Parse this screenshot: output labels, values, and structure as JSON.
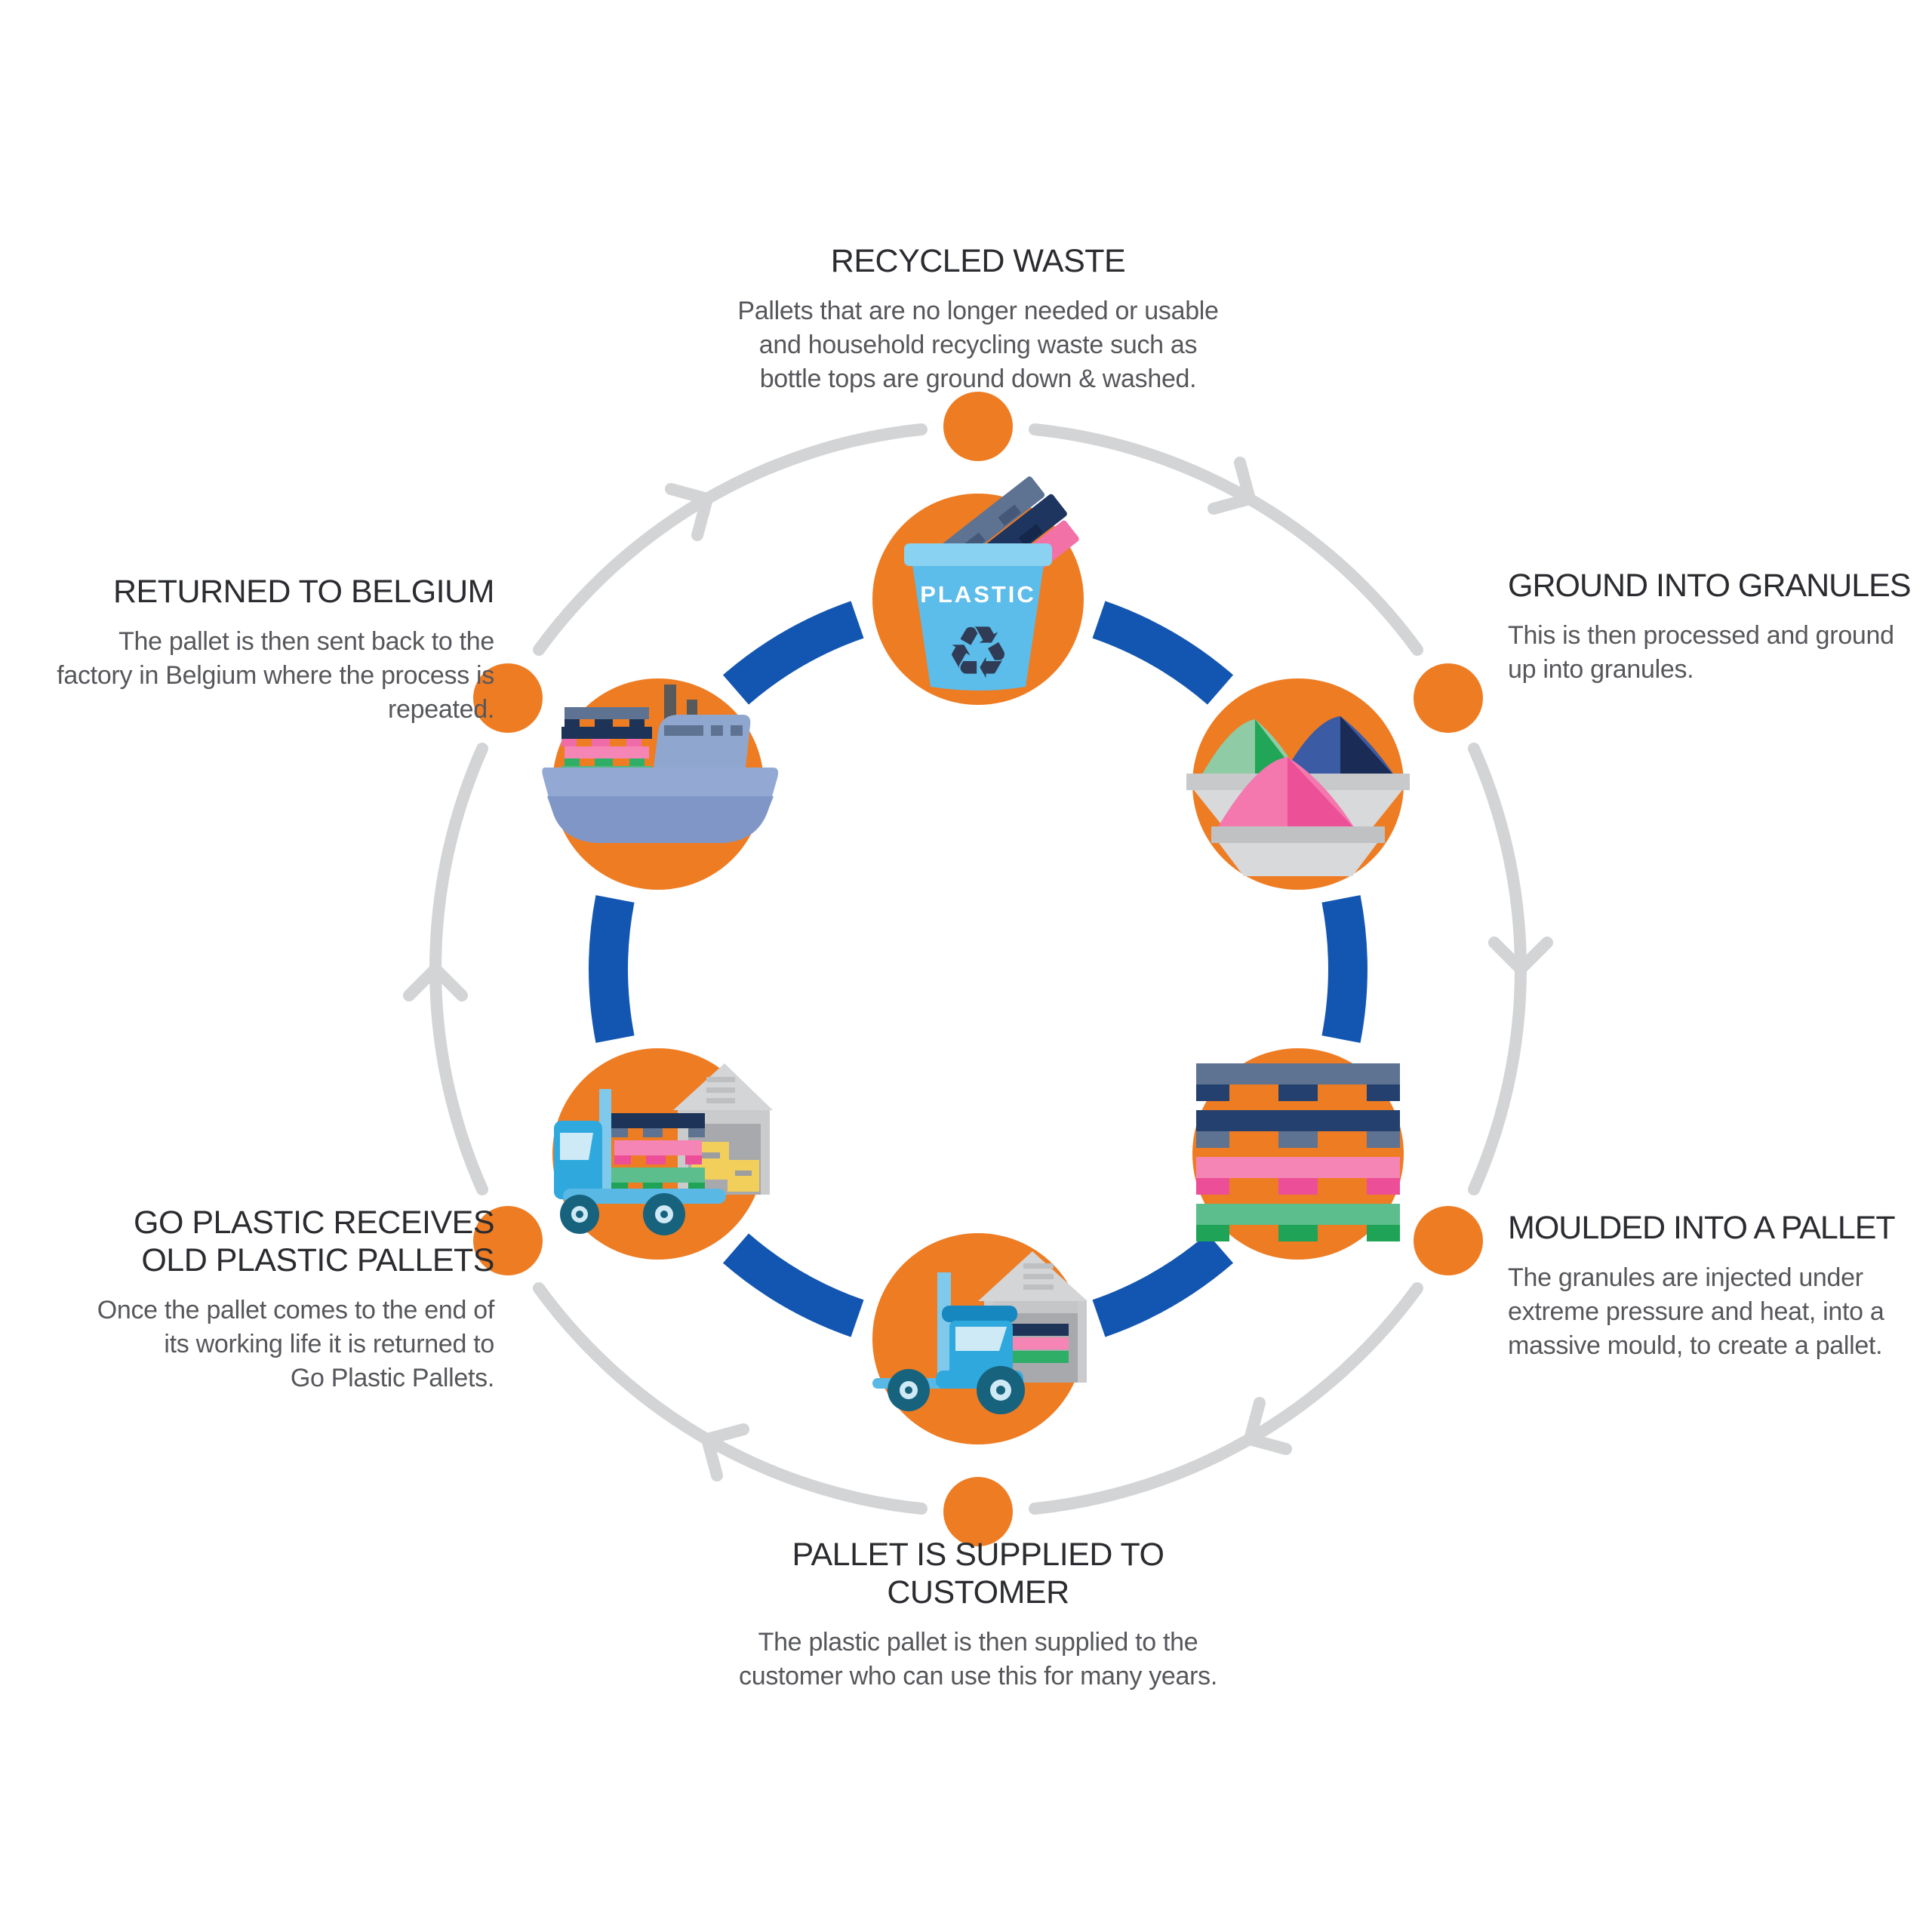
{
  "diagram": {
    "type": "circular-process-infographic",
    "subject": "Plastic pallet recycling cycle",
    "flow_direction": "clockwise",
    "bin_label": "PLASTIC",
    "recycle_symbol": "♻",
    "colors": {
      "accent_orange": "#EE7C23",
      "ring_gray": "#D3D4D6",
      "link_blue": "#1356B1",
      "title_text": "#2B2C30",
      "body_text": "#56575B"
    },
    "steps": [
      {
        "title": "RECYCLED WASTE",
        "icon": "recycling-bin",
        "position": "top",
        "lines": [
          "Pallets that are no longer needed or usable",
          "and household recycling waste such as",
          "bottle tops are ground down & washed."
        ]
      },
      {
        "title": "GROUND INTO GRANULES",
        "icon": "granule-piles",
        "position": "upper-right",
        "lines": [
          "This is then processed and ground",
          "up into granules."
        ]
      },
      {
        "title": "MOULDED INTO A PALLET",
        "icon": "pallet-stack",
        "position": "lower-right",
        "lines": [
          "The granules are injected under",
          "extreme pressure and heat, into a",
          "massive mould, to create a pallet."
        ]
      },
      {
        "title": "PALLET IS SUPPLIED TO CUSTOMER",
        "icon": "forklift-at-warehouse",
        "position": "bottom",
        "lines": [
          "The plastic pallet is then supplied to the",
          "customer who can use this for many years."
        ]
      },
      {
        "title": "GO PLASTIC RECEIVES OLD PLASTIC PALLETS",
        "icon": "forklift-loading-truck",
        "position": "lower-left",
        "lines": [
          "Once the pallet comes to the end of",
          "its working life it is returned to",
          "Go Plastic Pallets."
        ]
      },
      {
        "title": "RETURNED TO BELGIUM",
        "icon": "cargo-ship",
        "position": "upper-left",
        "lines": [
          "The pallet is then sent back to the",
          "factory in Belgium where the process is",
          "repeated."
        ]
      }
    ]
  }
}
